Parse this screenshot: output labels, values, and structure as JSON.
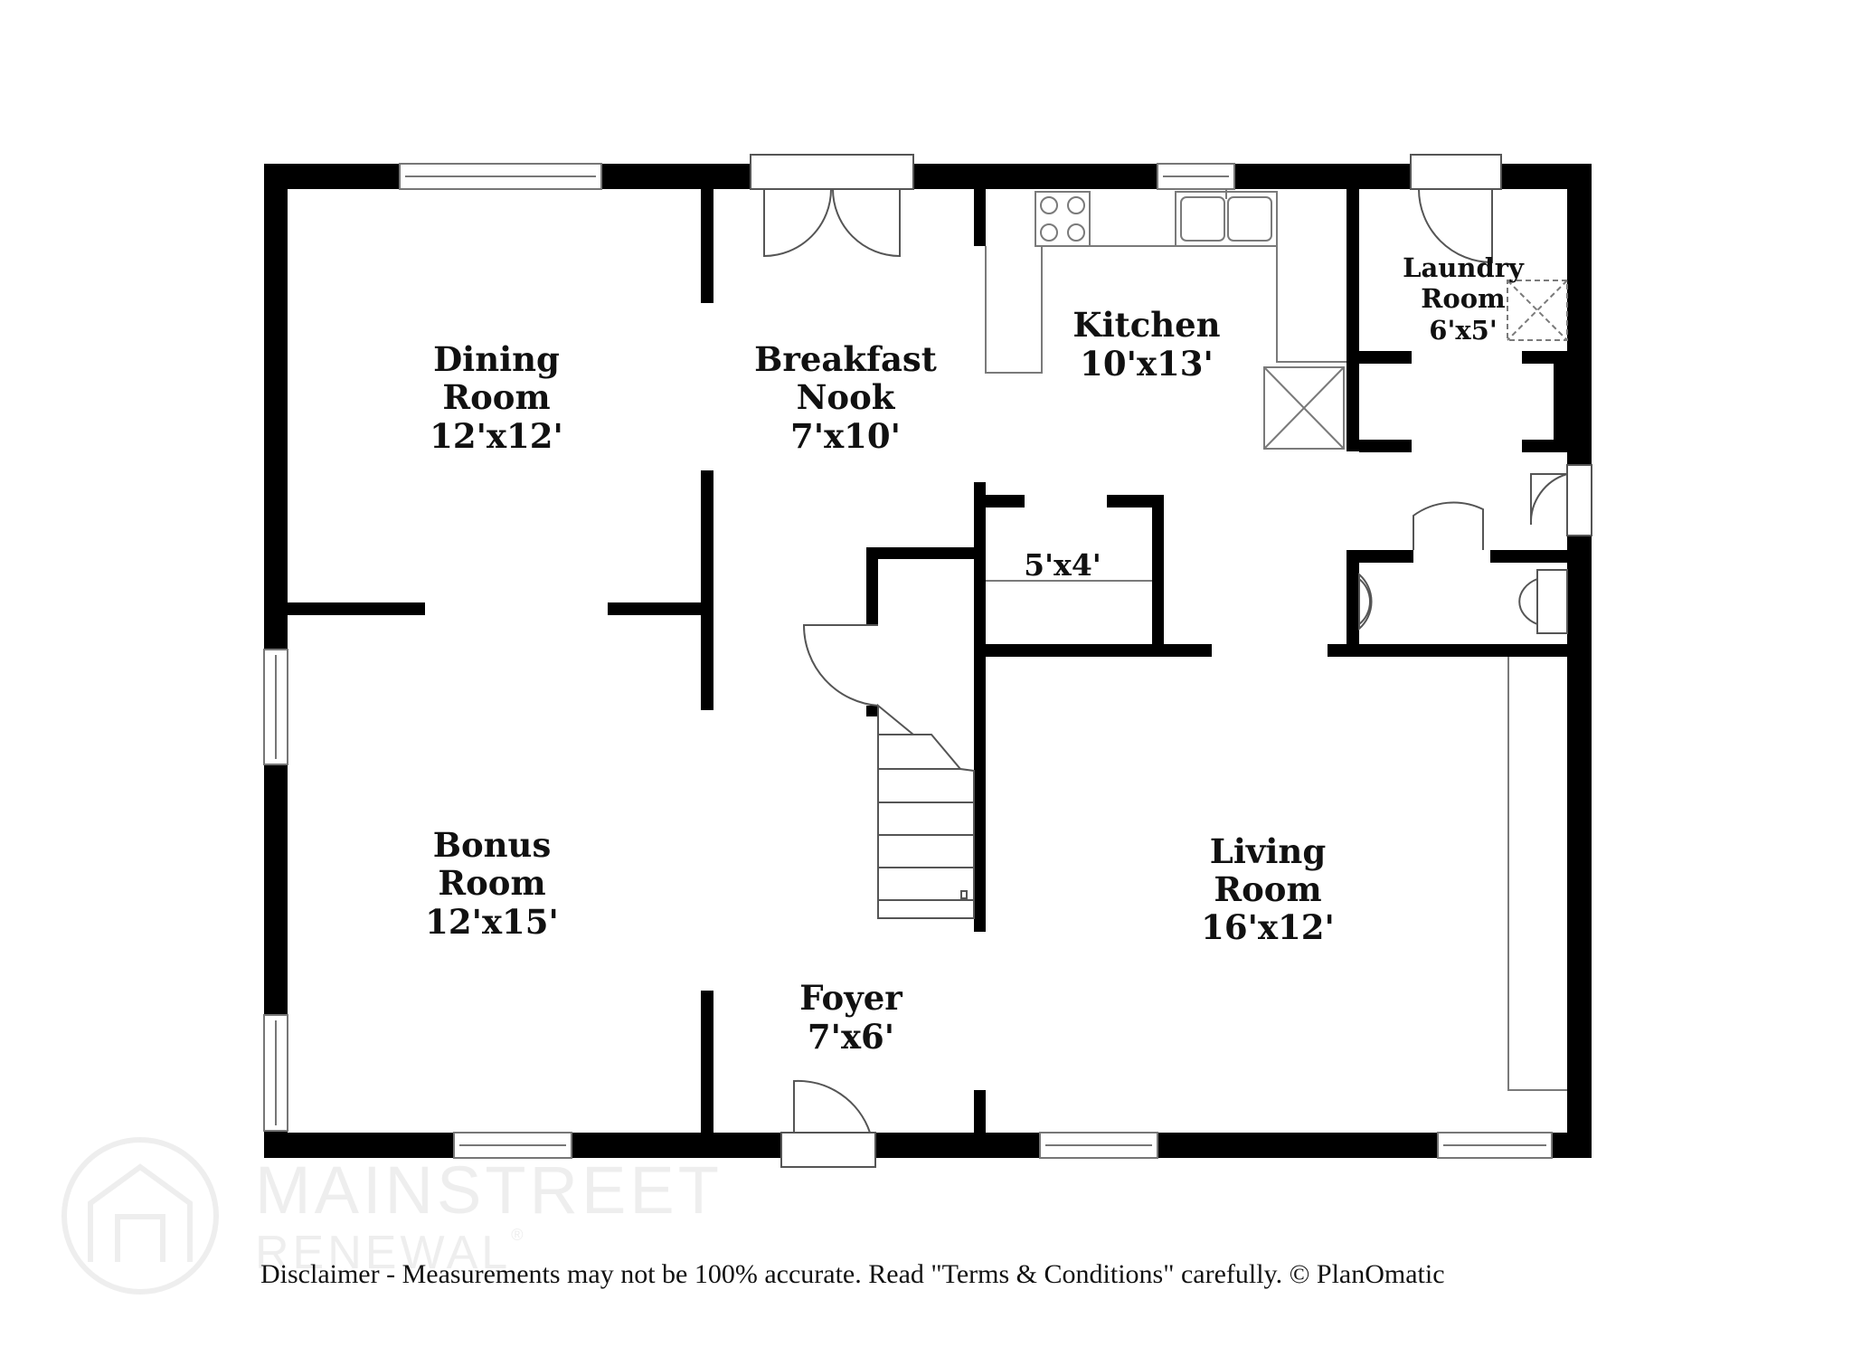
{
  "rooms": {
    "dining": {
      "name_1": "Dining",
      "name_2": "Room",
      "size": "12'x12'"
    },
    "breakfast": {
      "name_1": "Breakfast",
      "name_2": "Nook",
      "size": "7'x10'"
    },
    "kitchen": {
      "name_1": "Kitchen",
      "size": "10'x13'"
    },
    "laundry": {
      "name_1": "Laundry",
      "name_2": "Room",
      "size": "6'x5'"
    },
    "closet": {
      "size": "5'x4'"
    },
    "bonus": {
      "name_1": "Bonus",
      "name_2": "Room",
      "size": "12'x15'"
    },
    "living": {
      "name_1": "Living",
      "name_2": "Room",
      "size": "16'x12'"
    },
    "foyer": {
      "name_1": "Foyer",
      "size": "7'x6'"
    }
  },
  "watermark": {
    "line_1": "MAINSTREET",
    "line_2": "RENEWAL",
    "mark": "®"
  },
  "disclaimer": "Disclaimer - Measurements may not be 100% accurate. Read \"Terms & Conditions\" carefully. © PlanOmatic",
  "colors": {
    "wall": "#000000",
    "fixture": "#7a7a7a",
    "watermark": "#eeeeee"
  }
}
